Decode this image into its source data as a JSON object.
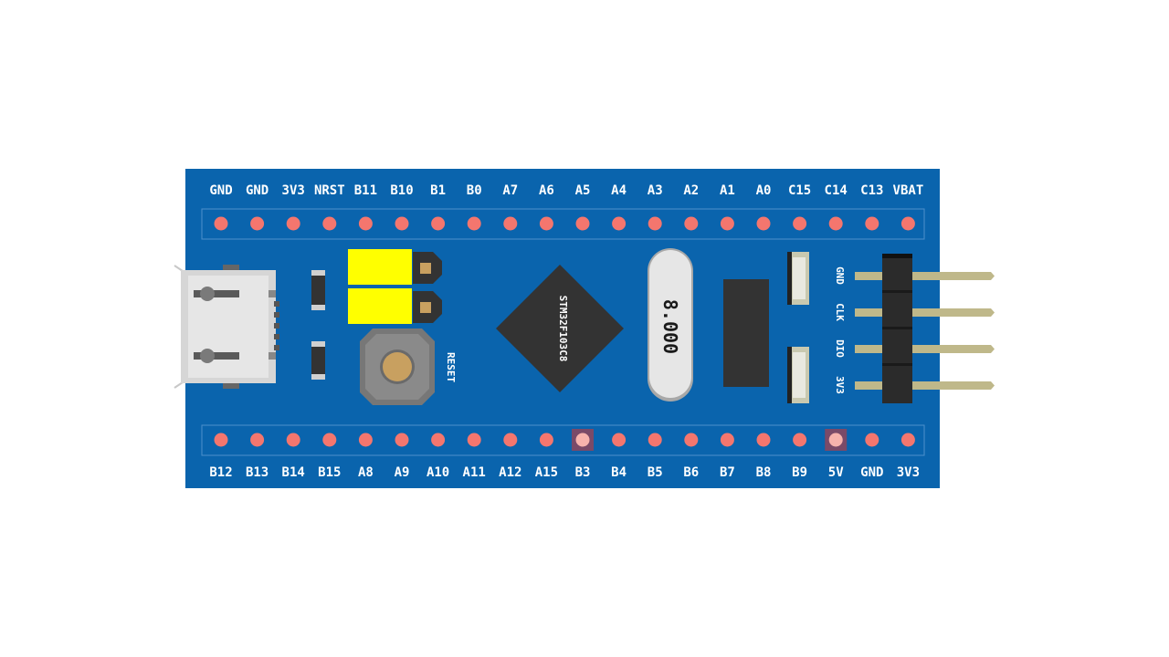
{
  "board": {
    "chip_label": "STM32F103C8",
    "crystal_label": "8.000",
    "reset_label": "RESET",
    "colors": {
      "pcb": "#0a64ad",
      "pad": "#f4766e",
      "pad_highlight": "#7a4a68",
      "header_pin": "#bfb88a",
      "jumper": "#ffff00"
    }
  },
  "top_pins": [
    "GND",
    "GND",
    "3V3",
    "NRST",
    "B11",
    "B10",
    "B1",
    "B0",
    "A7",
    "A6",
    "A5",
    "A4",
    "A3",
    "A2",
    "A1",
    "A0",
    "C15",
    "C14",
    "C13",
    "VBAT"
  ],
  "bottom_pins": [
    "B12",
    "B13",
    "B14",
    "B15",
    "A8",
    "A9",
    "A10",
    "A11",
    "A12",
    "A15",
    "B3",
    "B4",
    "B5",
    "B6",
    "B7",
    "B8",
    "B9",
    "5V",
    "GND",
    "3V3"
  ],
  "bottom_highlighted": [
    "B3",
    "5V"
  ],
  "swd_header": [
    "GND",
    "CLK",
    "DIO",
    "3V3"
  ]
}
